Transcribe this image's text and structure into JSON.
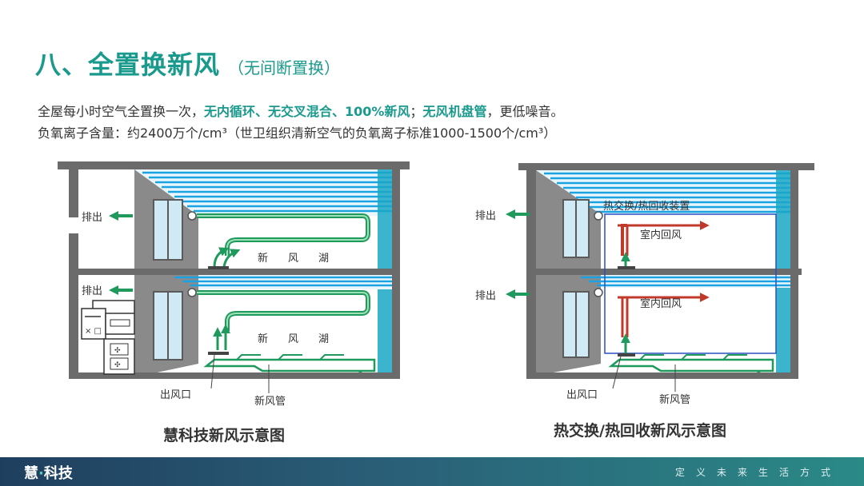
{
  "header": {
    "title": "八、全置换新风",
    "subtitle": "（无间断置换）"
  },
  "description": {
    "line1": {
      "text1": "全屋每小时空气全置换一次，",
      "bold1": "无内循环、无交叉混合、100%新风",
      "text2": "；",
      "bold2": "无风机盘管",
      "text3": "，更低噪音。"
    },
    "line2": "负氧离子含量：约2400万个/cm³（世卫组织清新空气的负氧离子标准1000-1500个/cm³）"
  },
  "left_diagram": {
    "exhaust_label": "排出",
    "lake_label_1": "新",
    "lake_label_2": "风",
    "lake_label_3": "湖",
    "outlet_label": "出风口",
    "duct_label": "新风管",
    "caption": "慧科技新风示意图"
  },
  "right_diagram": {
    "exhaust_label": "排出",
    "device_label": "热交换/热回收装置",
    "return_label": "室内回风",
    "outlet_label": "出风口",
    "duct_label": "新风管",
    "caption": "热交换/热回收新风示意图"
  },
  "footer": {
    "logo_main": "慧",
    "logo_dot": "·",
    "logo_rest": "科技",
    "slogan": "定义未来生活方式"
  },
  "colors": {
    "accent": "#1a9a8c",
    "fresh_air": "#1f9a5c",
    "return_air": "#c0392b",
    "ceiling_blue": "#1aa3e0",
    "wall_gray": "#8a8a8a"
  }
}
